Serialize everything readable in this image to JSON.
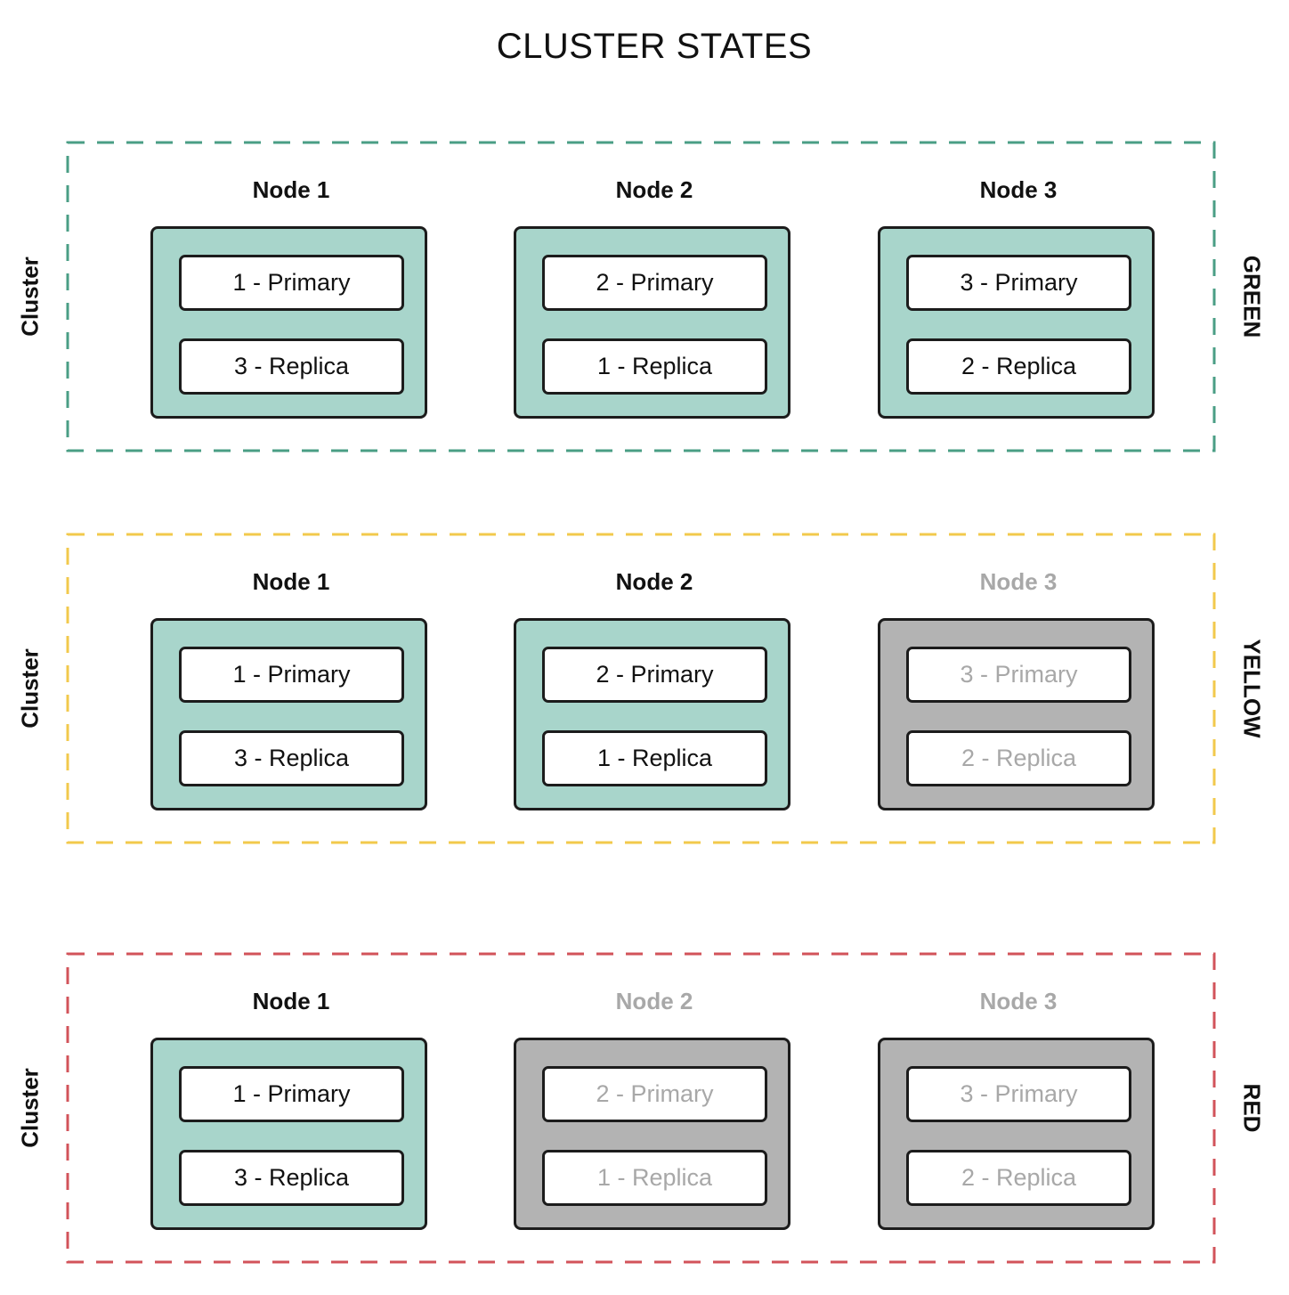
{
  "title": "CLUSTER STATES",
  "colors": {
    "green": "#4a9e85",
    "yellow": "#f2c94c",
    "red": "#d2535a",
    "node_up_fill": "#a8d5cb",
    "node_down_fill": "#b3b3b3",
    "down_text": "#a8a8a8"
  },
  "clusters": [
    {
      "label": "Cluster",
      "state": "GREEN",
      "border_color": "#4a9e85",
      "nodes": [
        {
          "name": "Node 1",
          "up": true,
          "shards": [
            "1 - Primary",
            "3 - Replica"
          ]
        },
        {
          "name": "Node 2",
          "up": true,
          "shards": [
            "2 - Primary",
            "1 - Replica"
          ]
        },
        {
          "name": "Node 3",
          "up": true,
          "shards": [
            "3 - Primary",
            "2 - Replica"
          ]
        }
      ]
    },
    {
      "label": "Cluster",
      "state": "YELLOW",
      "border_color": "#f2c94c",
      "nodes": [
        {
          "name": "Node 1",
          "up": true,
          "shards": [
            "1 - Primary",
            "3 - Replica"
          ]
        },
        {
          "name": "Node 2",
          "up": true,
          "shards": [
            "2 - Primary",
            "1 - Replica"
          ]
        },
        {
          "name": "Node 3",
          "up": false,
          "shards": [
            "3 - Primary",
            "2 - Replica"
          ]
        }
      ]
    },
    {
      "label": "Cluster",
      "state": "RED",
      "border_color": "#d2535a",
      "nodes": [
        {
          "name": "Node 1",
          "up": true,
          "shards": [
            "1 - Primary",
            "3 - Replica"
          ]
        },
        {
          "name": "Node 2",
          "up": false,
          "shards": [
            "2 - Primary",
            "1 - Replica"
          ]
        },
        {
          "name": "Node 3",
          "up": false,
          "shards": [
            "3 - Primary",
            "2 - Replica"
          ]
        }
      ]
    }
  ]
}
